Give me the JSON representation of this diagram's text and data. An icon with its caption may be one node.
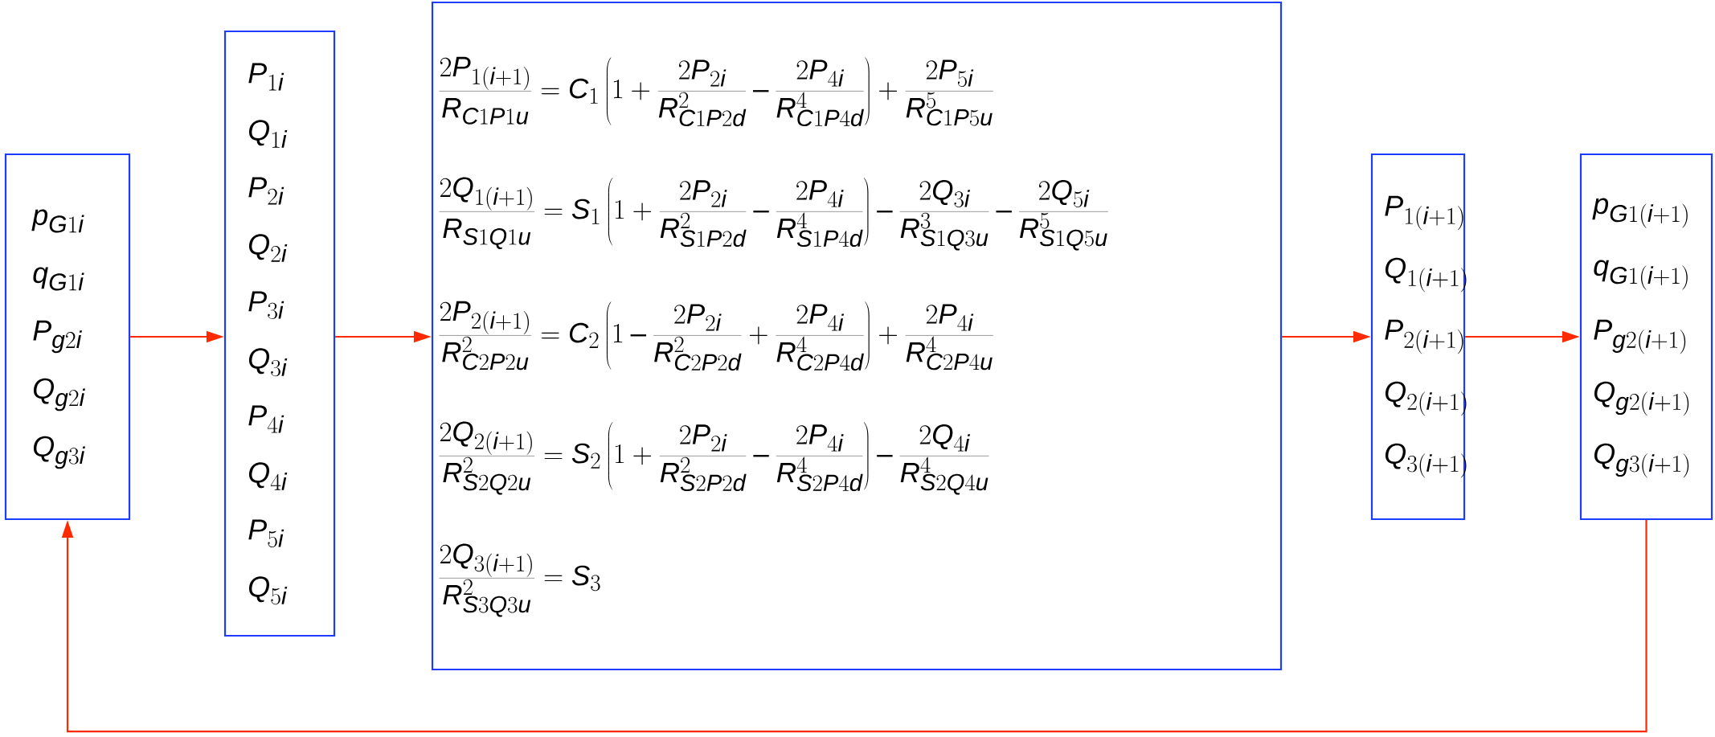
{
  "diagram": {
    "nodes": [
      {
        "text": [
          "p_{G1i}",
          "q_{G1i}",
          "P_{g2i}",
          "Q_{g2i}",
          "Q_{g3i}"
        ]
      },
      {
        "text": [
          "P_{1i}",
          "Q_{1i}",
          "P_{2i}",
          "Q_{2i}",
          "P_{3i}",
          "Q_{3i}",
          "P_{4i}",
          "Q_{4i}",
          "P_{5i}",
          "Q_{5i}"
        ]
      },
      {
        "text": [
          "\\frac{2P_{1(i+1)}}{R_{C1P1u}}=C_1\\left(1+\\frac{2P_{2i}}{R^2_{C1P2d}}-\\frac{2P_{4i}}{R^4_{C1P4d}}\\right)+\\frac{2P_{5i}}{R^5_{C1P5u}}",
          "\\frac{2Q_{1(i+1)}}{R_{S1Q1u}}=S_1\\left(1+\\frac{2P_{2i}}{R^2_{S1P2d}}-\\frac{2P_{4i}}{R^4_{S1P4d}}\\right)-\\frac{2Q_{3i}}{R^3_{S1Q3u}}-\\frac{2Q_{5i}}{R^5_{S1Q5u}}",
          "\\frac{2P_{2(i+1)}}{R^2_{C2P2u}}=C_2\\left(1-\\frac{2P_{2i}}{R^2_{C2P2d}}+\\frac{2P_{4i}}{R^4_{C2P4d}}\\right)+\\frac{2P_{4i}}{R^4_{C2P4u}}",
          "\\frac{2Q_{2(i+1)}}{R^2_{S2Q2u}}=S_2\\left(1+\\frac{2P_{2i}}{R^2_{S2P2d}}-\\frac{2P_{4i}}{R^4_{S2P4d}}\\right)-\\frac{2Q_{4i}}{R^4_{S2Q4u}}",
          "\\frac{2Q_{3(i+1)}}{R^2_{S3Q3u}}=S_3"
        ]
      },
      {
        "text": [
          "P_{1(i+1)}",
          "Q_{1(i+1)}",
          "P_{2(i+1)}",
          "Q_{2(i+1)}",
          "Q_{3(i+1)}"
        ]
      },
      {
        "text": [
          "p_{G1(i+1)}",
          "q_{G1(i+1)}",
          "P_{g2(i+1)}",
          "Q_{g2(i+1)}",
          "Q_{g3(i+1)}"
        ]
      }
    ],
    "edges": [
      {
        "from": 0,
        "to": 1,
        "arrow": "to"
      },
      {
        "from": 1,
        "to": 2,
        "arrow": "to"
      },
      {
        "from": 2,
        "to": 3,
        "arrow": "to"
      },
      {
        "from": 3,
        "to": 4,
        "arrow": "to"
      },
      {
        "from": 4,
        "to": 0,
        "arrow": "to"
      }
    ]
  }
}
